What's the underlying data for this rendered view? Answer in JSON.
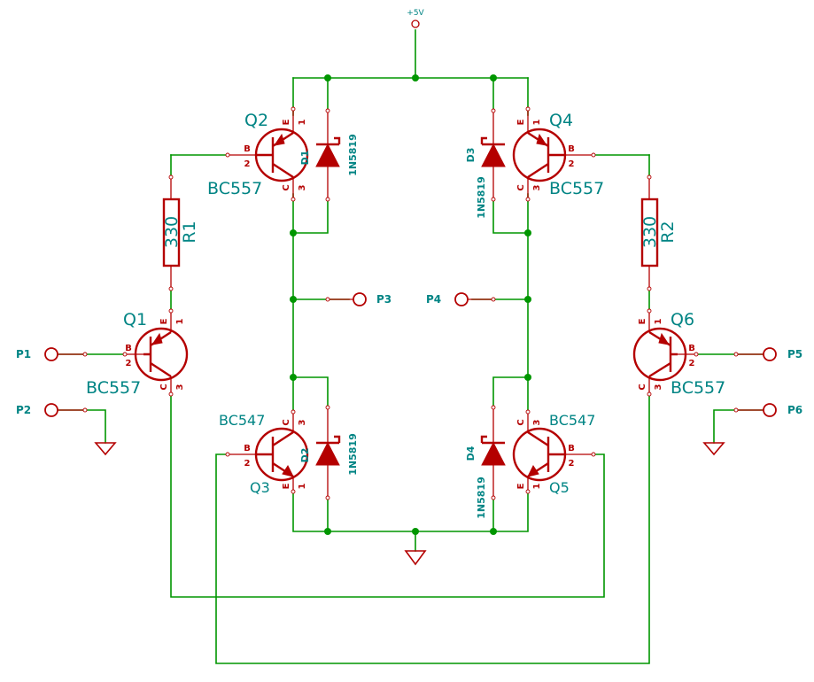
{
  "power": {
    "vcc": "+5V"
  },
  "transistors": {
    "q1": {
      "ref": "Q1",
      "value": "BC557"
    },
    "q2": {
      "ref": "Q2",
      "value": "BC557"
    },
    "q3": {
      "ref": "Q3",
      "value": "BC547"
    },
    "q4": {
      "ref": "Q4",
      "value": "BC557"
    },
    "q5": {
      "ref": "Q5",
      "value": "BC547"
    },
    "q6": {
      "ref": "Q6",
      "value": "BC557"
    }
  },
  "diodes": {
    "d1": {
      "ref": "D1",
      "value": "1N5819"
    },
    "d2": {
      "ref": "D2",
      "value": "1N5819"
    },
    "d3": {
      "ref": "D3",
      "value": "1N5819"
    },
    "d4": {
      "ref": "D4",
      "value": "1N5819"
    }
  },
  "resistors": {
    "r1": {
      "ref": "R1",
      "value": "330"
    },
    "r2": {
      "ref": "R2",
      "value": "330"
    }
  },
  "ports": {
    "p1": "P1",
    "p2": "P2",
    "p3": "P3",
    "p4": "P4",
    "p5": "P5",
    "p6": "P6"
  },
  "pin_letters": {
    "e": "E",
    "b": "B",
    "c": "C"
  },
  "pin_numbers": {
    "one": "1",
    "two": "2",
    "three": "3"
  },
  "colors": {
    "wire": "#009600",
    "symbol": "#b40000",
    "label": "#008484",
    "background": "#ffffff"
  }
}
